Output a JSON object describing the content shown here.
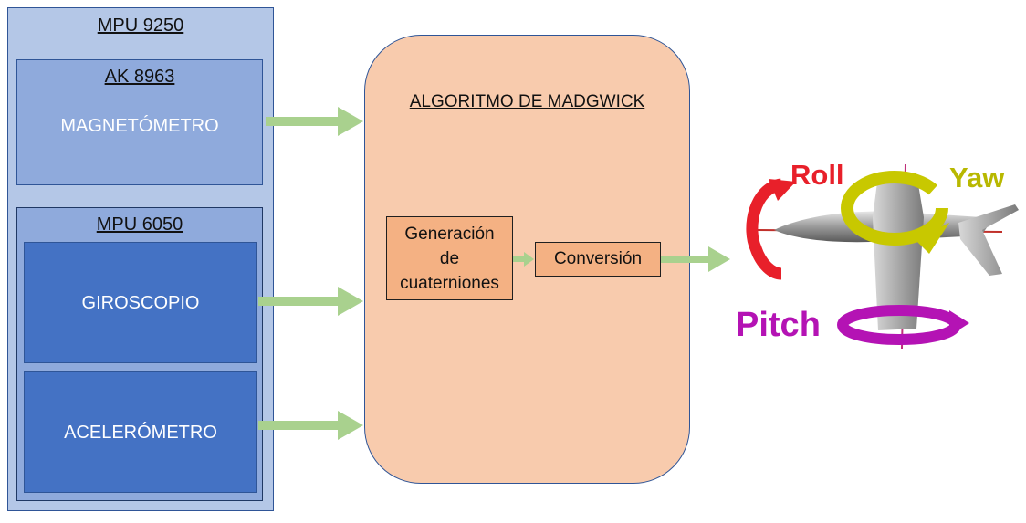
{
  "mpu9250": {
    "title": "MPU 9250"
  },
  "ak8963": {
    "title": "AK 8963",
    "sensor": "MAGNETÓMETRO"
  },
  "mpu6050": {
    "title": "MPU 6050"
  },
  "gyroscope": {
    "label": "GIROSCOPIO"
  },
  "accelerometer": {
    "label": "ACELERÓMETRO"
  },
  "madgwick": {
    "title": "ALGORITMO DE MADGWICK"
  },
  "quaternions": {
    "line1": "Generación",
    "line2": "de",
    "line3": "cuaterniones"
  },
  "conversion": {
    "label": "Conversión"
  },
  "orientation": {
    "roll": "Roll",
    "yaw": "Yaw",
    "pitch": "Pitch"
  },
  "colors": {
    "roll": "#e8202a",
    "yaw": "#c8c800",
    "pitch": "#b413b4",
    "arrow": "#a9d18e"
  }
}
